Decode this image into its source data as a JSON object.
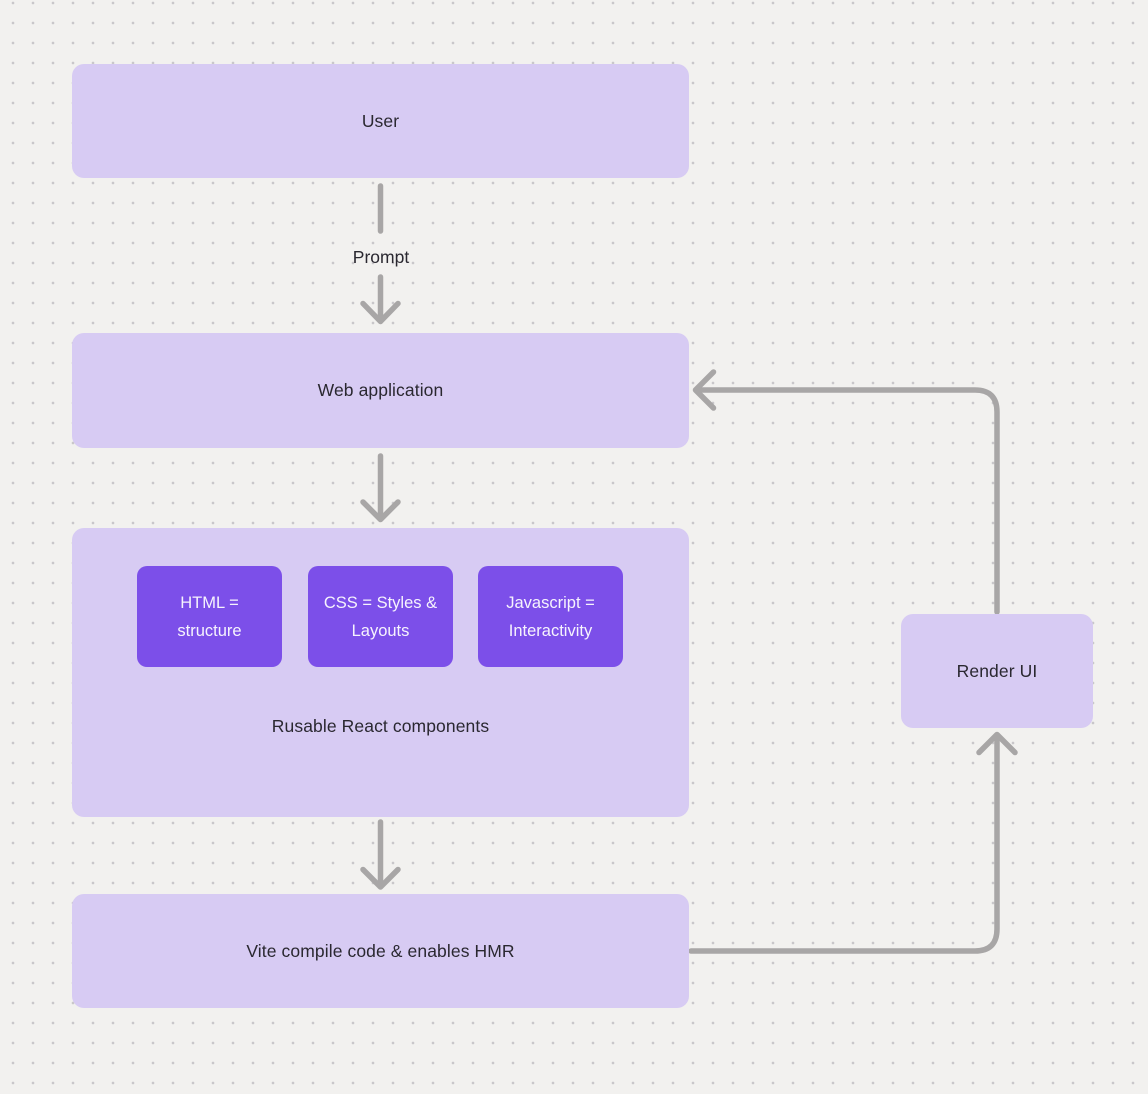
{
  "colors": {
    "canvas_bg": "#f2f1ef",
    "dot": "#c9c7ca",
    "box_light": "#d7cbf3",
    "box_dark": "#7c4fe9",
    "arrow": "#a8a6a6",
    "text_dark": "#2a2830",
    "text_light": "#f6f3fd"
  },
  "diagram": {
    "type": "flowchart",
    "nodes": {
      "user": {
        "label": "User"
      },
      "web_application": {
        "label": "Web application"
      },
      "components_group": {
        "caption": "Rusable React components",
        "children": [
          {
            "label": "HTML = structure"
          },
          {
            "label": "CSS = Styles & Layouts"
          },
          {
            "label": "Javascript = Interactivity"
          }
        ]
      },
      "vite": {
        "label": "Vite compile code & enables HMR"
      },
      "render_ui": {
        "label": "Render UI"
      }
    },
    "edges": {
      "prompt_label": "Prompt",
      "flow": [
        "user -> web_application (Prompt)",
        "web_application -> components_group",
        "components_group -> vite",
        "vite -> render_ui",
        "render_ui -> web_application"
      ]
    }
  }
}
